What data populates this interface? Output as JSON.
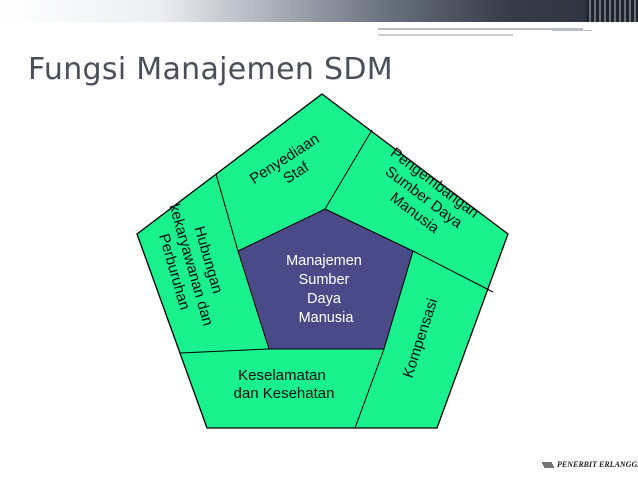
{
  "slide": {
    "title": "Fungsi Manajemen SDM",
    "publisher": "PENERBIT ERLANGGA"
  },
  "diagram": {
    "center": {
      "lines": [
        "Manajemen",
        "Sumber",
        "Daya",
        "Manusia"
      ],
      "color": "#4b4a88"
    },
    "segment_color": "#19f08e",
    "segments": [
      {
        "id": "penyediaan-staf",
        "lines": [
          "Penyediaan",
          "Staf"
        ]
      },
      {
        "id": "pengembangan-sdm",
        "lines": [
          "Pengembangan",
          "Sumber Daya",
          "Manusia"
        ]
      },
      {
        "id": "kompensasi",
        "lines": [
          "Kompensasi"
        ]
      },
      {
        "id": "keselamatan-kesehatan",
        "lines": [
          "Keselamatan",
          "dan Kesehatan"
        ]
      },
      {
        "id": "hubungan-kekaryawanan",
        "lines": [
          "Hubungan",
          "kekaryawanan dan",
          "Perburuhan"
        ]
      }
    ]
  }
}
